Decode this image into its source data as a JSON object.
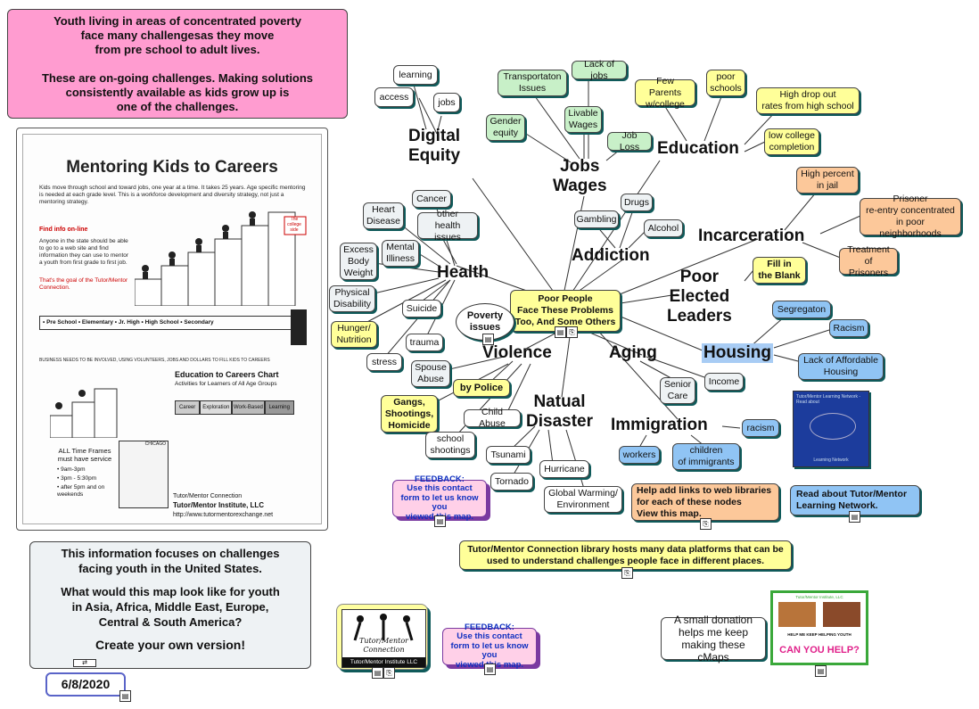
{
  "intro_box": {
    "line1": "Youth living in areas of concentrated poverty",
    "line2": "face many challengesas they move",
    "line3": "from pre school to adult lives.",
    "line4": "These are on-going challenges. Making solutions",
    "line5": "consistently available as kids grow up is",
    "line6": "one of the challenges."
  },
  "poster": {
    "title": "Mentoring Kids to Careers",
    "intro": "Kids move through school and toward jobs, one year at a time. It takes 25 years. Age specific mentoring is needed at each grade level. This is a workforce development and diversity strategy, not just a mentoring strategy.",
    "find_info": "Find info on-line",
    "find_text": "Anyone in the state should be able to go to a web site and find information they can use to mentor a youth from first grade to first job.",
    "goal": "That's the goal of the Tutor/Mentor Connection.",
    "schools_bar": "• Pre School  • Elementary  • Jr. High  • High School  • Secondary",
    "biz_note": "BUSINESS NEEDS TO BE INVOLVED, USING VOLUNTEERS, JOBS AND DOLLARS TO FILL KIDS TO CAREERS",
    "chart_title": "Education to Careers Chart",
    "chart_sub": "Activities for Learners of All Age Groups",
    "stages": [
      "Career",
      "Exploration",
      "Work-Based",
      "Learning"
    ],
    "time_frames": "ALL Time Frames must have service",
    "times": [
      "• 9am-3pm",
      "• 3pm - 5:30pm",
      "• after 5pm and on weekends"
    ],
    "chicago": "CHICAGO",
    "org1": "Tutor/Mentor Connection",
    "org2": "Tutor/Mentor Institute, LLC",
    "url": "http://www.tutormentorexchange.net",
    "college": "The college side"
  },
  "bottom_left": {
    "line1": "This information focuses on challenges",
    "line2": "facing youth in the United States.",
    "line3": "What would this map look like for youth",
    "line4": "in Asia, Africa, Middle East, Europe,",
    "line5": "Central & South America?",
    "line6": "Create your own version!"
  },
  "date": "6/8/2020",
  "center": {
    "line1": "Poor People",
    "line2": "Face These Problems",
    "line3": "Too, And Some Others"
  },
  "poverty": {
    "line1": "Poverty",
    "line2": "issues"
  },
  "headings": {
    "digital1": "Digital",
    "digital2": "Equity",
    "jobs1": "Jobs",
    "jobs2": "Wages",
    "education": "Education",
    "health": "Health",
    "addiction": "Addiction",
    "incarceration": "Incarceration",
    "poor1": "Poor",
    "poor2": "Elected",
    "poor3": "Leaders",
    "violence": "Violence",
    "aging": "Aging",
    "housing": "Housing",
    "natual1": "Natual",
    "natual2": "Disaster",
    "immigration": "Immigration"
  },
  "nodes": {
    "learning": "learning",
    "access": "access",
    "jobs": "jobs",
    "transport1": "Transportaton",
    "transport2": "Issues",
    "lack_jobs": "Lack of jobs",
    "gender1": "Gender",
    "gender2": "equity",
    "livable1": "Livable",
    "livable2": "Wages",
    "job_loss": "Job Loss",
    "few_parents1": "Few Parents",
    "few_parents2": "w/college",
    "poor_schools1": "poor",
    "poor_schools2": "schools",
    "drop_out1": "High drop out",
    "drop_out2": "rates from high school",
    "low_college1": "low college",
    "low_college2": "completion",
    "cancer": "Cancer",
    "heart1": "Heart",
    "heart2": "Disease",
    "other_health1": "other",
    "other_health2": "health issues",
    "excess1": "Excess",
    "excess2": "Body",
    "excess3": "Weight",
    "mental1": "Mental",
    "mental2": "Illiness",
    "physical1": "Physical",
    "physical2": "Disability",
    "suicide": "Suicide",
    "hunger1": "Hunger/",
    "hunger2": "Nutrition",
    "trauma": "trauma",
    "stress": "stress",
    "gambling": "Gambling",
    "drugs": "Drugs",
    "alcohol": "Alcohol",
    "jail1": "High percent",
    "jail2": "in jail",
    "prisoner1": "Prisoner",
    "prisoner2": "re-entry concentrated",
    "prisoner3": "in poor neighborhoods",
    "treatment1": "Treatment",
    "treatment2": "of Prisoners",
    "fill1": "Fill in",
    "fill2": "the Blank",
    "segregation": "Segregaton",
    "racism": "Racism",
    "affordable1": "Lack of Affordable",
    "affordable2": "Housing",
    "spouse1": "Spouse",
    "spouse2": "Abuse",
    "by_police": "by Police",
    "gangs1": "Gangs,",
    "gangs2": "Shootings,",
    "gangs3": "Homicide",
    "child_abuse": "Child Abuse",
    "school_shoot1": "school",
    "school_shoot2": "shootings",
    "senior1": "Senior",
    "senior2": "Care",
    "income": "Income",
    "tsunami": "Tsunami",
    "hurricane": "Hurricane",
    "tornado": "Tornado",
    "global1": "Global Warming/",
    "global2": "Environment",
    "racism2": "racism",
    "workers": "workers",
    "children1": "children",
    "children2": "of immigrants"
  },
  "feedback": {
    "line1": "FEEDBACK:",
    "line2": "Use this contact",
    "line3": "form to let us know you",
    "line4": "viewed this map."
  },
  "help_links": {
    "line1": "Help add links to web libraries",
    "line2": "for each of these nodes",
    "line3": "View this map."
  },
  "read_about": {
    "line1": "Read about Tutor/Mentor",
    "line2": "Learning Network."
  },
  "library": {
    "line1": "Tutor/Mentor Connection library hosts many data platforms that can be",
    "line2": "used to understand challenges people face in different places."
  },
  "logo": {
    "line1": "Tutor/Mentor",
    "line2": "Connection",
    "footer": "Tutor/Mentor Institute LLC"
  },
  "donation": {
    "line1": "A small donation",
    "line2": "helps me keep",
    "line3": "making these cMaps"
  },
  "donate_img": {
    "top": "Tutor/Mentor Institute, LLC",
    "mid": "HELP ME KEEP HELPING YOUTH",
    "cta": "CAN YOU HELP?"
  },
  "map_thumb": {
    "text": "Tutor/Mentor Learning Network - Read about",
    "bottom": "Learning Network"
  }
}
